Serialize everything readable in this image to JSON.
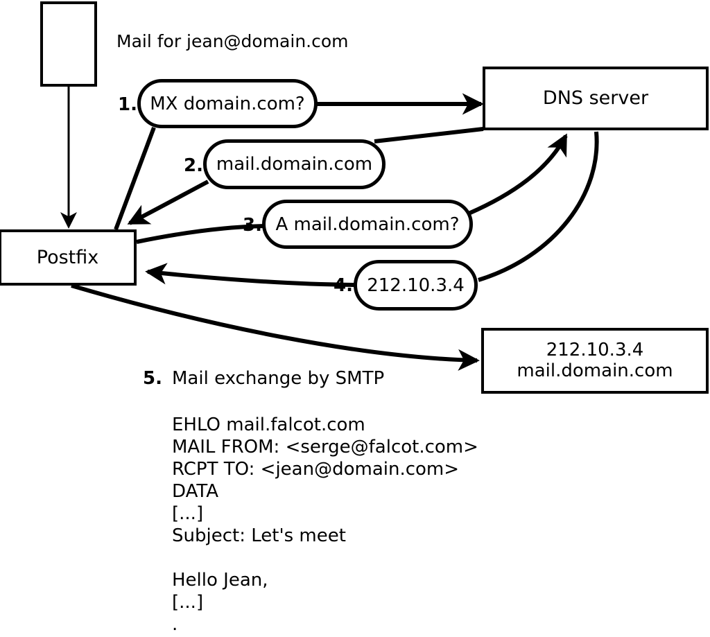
{
  "diagram": {
    "title": "Mail for jean@domain.com",
    "nodes": {
      "client_box": "",
      "dns_server": "DNS server",
      "postfix": "Postfix",
      "remote_server_line1": "212.10.3.4",
      "remote_server_line2": "mail.domain.com"
    },
    "steps": [
      {
        "num": "1.",
        "label": "MX domain.com?"
      },
      {
        "num": "2.",
        "label": "mail.domain.com"
      },
      {
        "num": "3.",
        "label": "A mail.domain.com?"
      },
      {
        "num": "4.",
        "label": "212.10.3.4"
      },
      {
        "num": "5.",
        "label": "Mail exchange by SMTP"
      }
    ],
    "smtp_transcript": [
      "EHLO mail.falcot.com",
      "MAIL FROM: <serge@falcot.com>",
      "RCPT TO: <jean@domain.com>",
      "DATA",
      "[...]",
      "Subject: Let's meet",
      "",
      "Hello Jean,",
      "[...]",
      "."
    ],
    "colors": {
      "stroke": "#000000",
      "fill": "#ffffff"
    }
  }
}
